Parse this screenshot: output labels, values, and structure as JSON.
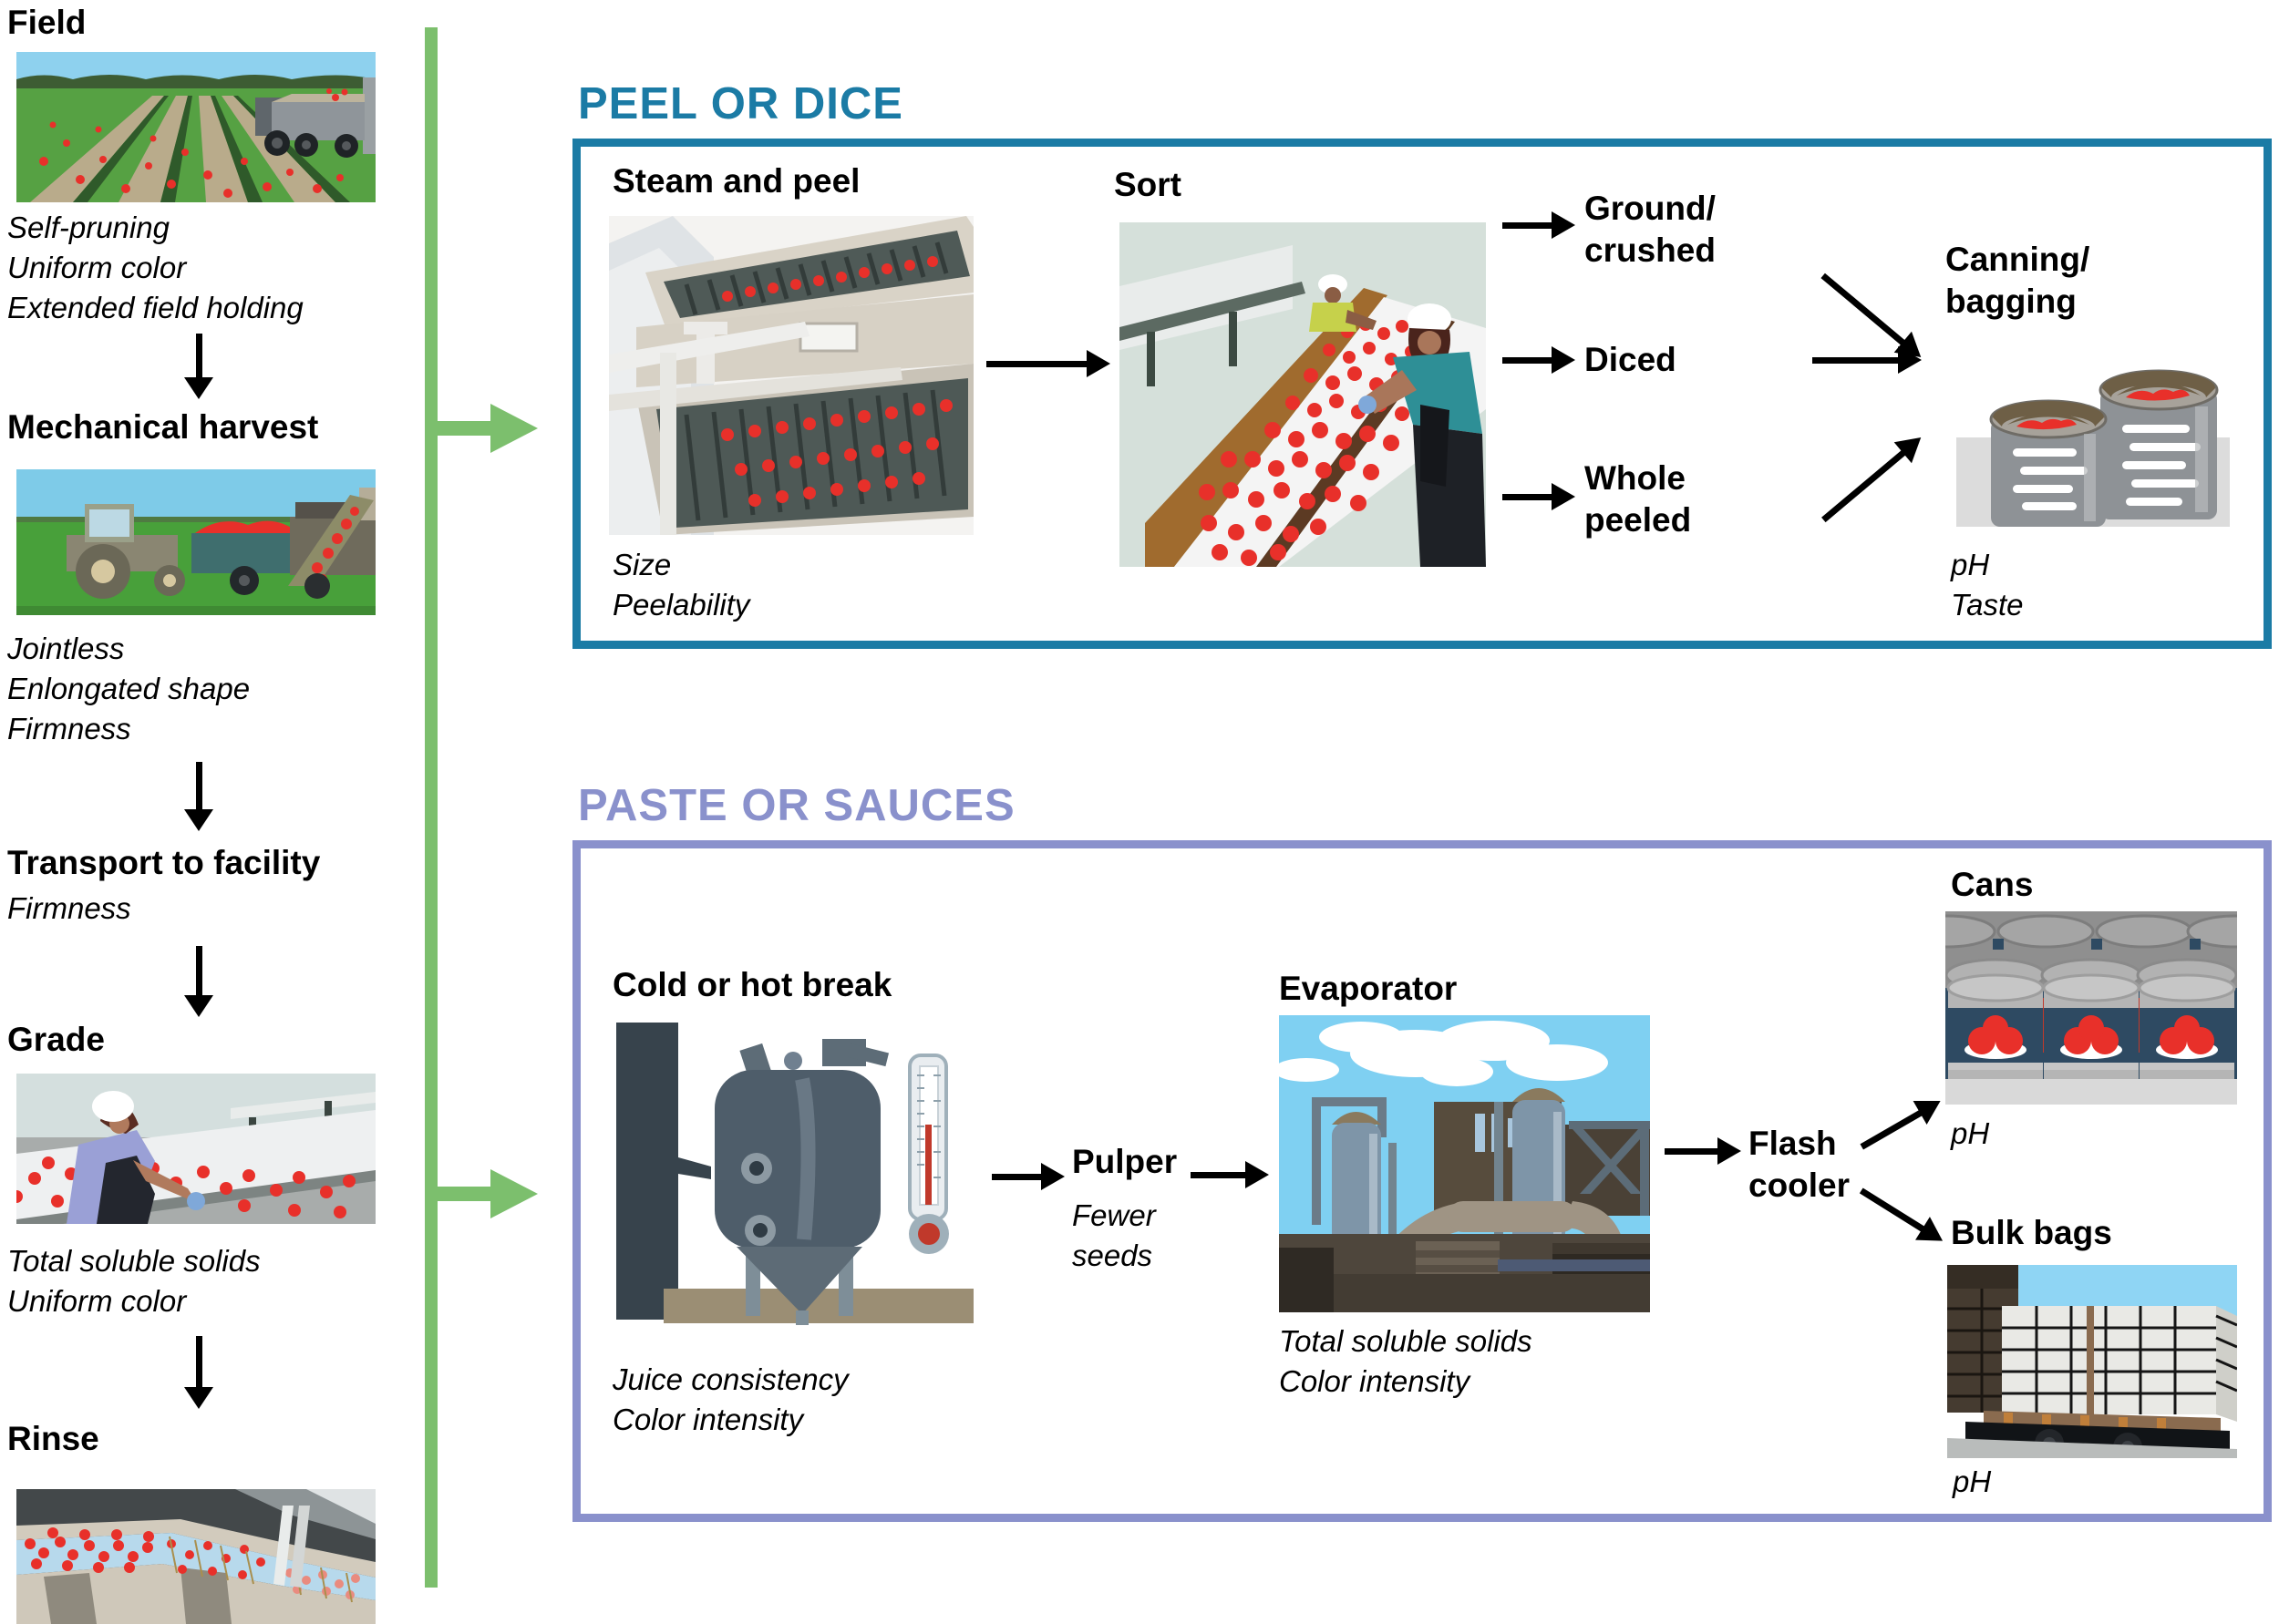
{
  "colors": {
    "peel_accent": "#1b7ba5",
    "paste_accent": "#8a91cc",
    "flow_green": "#7cbf6d",
    "tomato_red": "#e8302a",
    "text": "#000000"
  },
  "left": {
    "steps": [
      {
        "heading": "Field",
        "captions": [
          "Self-pruning",
          "Uniform color",
          "Extended field holding"
        ]
      },
      {
        "heading": "Mechanical harvest",
        "captions": [
          "Jointless",
          "Enlongated shape",
          "Firmness"
        ]
      },
      {
        "heading": "Transport to facility",
        "captions": [
          "Firmness"
        ]
      },
      {
        "heading": "Grade",
        "captions": [
          "Total soluble solids",
          "Uniform color"
        ]
      },
      {
        "heading": "Rinse",
        "captions": []
      }
    ]
  },
  "peel": {
    "title": "PEEL OR DICE",
    "steam": {
      "heading": "Steam and peel",
      "captions": [
        "Size",
        "Peelability"
      ]
    },
    "sort": {
      "heading": "Sort"
    },
    "outputs": {
      "ground_line1": "Ground/",
      "ground_line2": "crushed",
      "diced": "Diced",
      "whole_line1": "Whole",
      "whole_line2": "peeled"
    },
    "canning": {
      "line1": "Canning/",
      "line2": "bagging",
      "captions": [
        "pH",
        "Taste"
      ]
    }
  },
  "paste": {
    "title": "PASTE OR SAUCES",
    "break": {
      "heading": "Cold or hot break",
      "captions": [
        "Juice consistency",
        "Color intensity"
      ]
    },
    "pulper": {
      "label": "Pulper",
      "captions": [
        "Fewer",
        "seeds"
      ]
    },
    "evaporator": {
      "heading": "Evaporator",
      "captions": [
        "Total soluble solids",
        "Color intensity"
      ]
    },
    "flash": {
      "line1": "Flash",
      "line2": "cooler"
    },
    "cans": {
      "heading": "Cans",
      "caption": "pH"
    },
    "bulk": {
      "heading": "Bulk bags",
      "caption": "pH"
    }
  }
}
